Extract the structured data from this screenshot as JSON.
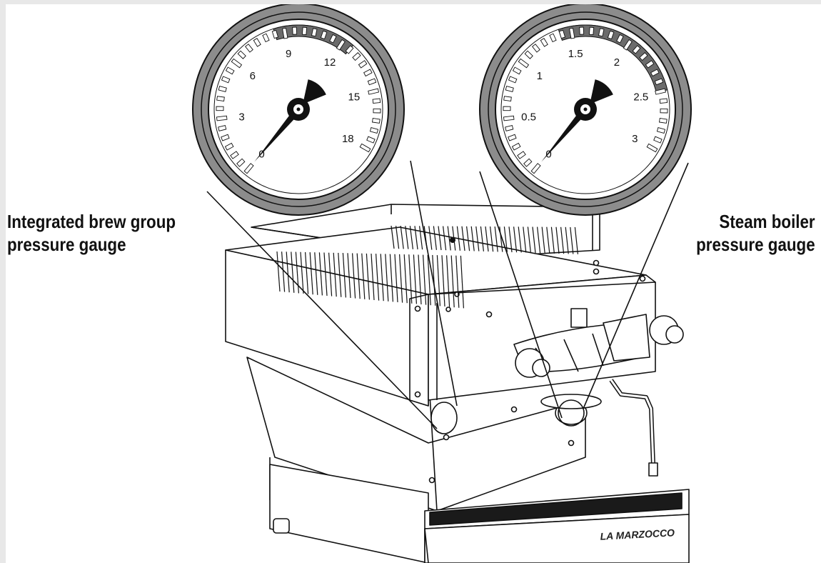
{
  "callouts": {
    "brew": {
      "line1": "Integrated brew group",
      "line2": "pressure gauge"
    },
    "steam": {
      "line1": "Steam boiler",
      "line2": "pressure gauge"
    }
  },
  "brew_gauge": {
    "labels": [
      "0",
      "3",
      "6",
      "9",
      "12",
      "15",
      "18"
    ],
    "min": 0,
    "max": 18,
    "needle_value": 0,
    "highlight_range": [
      8.5,
      12.5
    ]
  },
  "steam_gauge": {
    "labels": [
      "0",
      "0.5",
      "1",
      "1.5",
      "2",
      "2.5",
      "3"
    ],
    "min": 0,
    "max": 3,
    "needle_value": 0,
    "highlight_range": [
      1.4,
      2.5
    ]
  },
  "brand": {
    "logo_text": "LA MARZOCCO"
  },
  "colors": {
    "line": "#111111",
    "bezel": "#8c8c8c",
    "band": "#6b6b6b",
    "paper": "#ffffff"
  }
}
